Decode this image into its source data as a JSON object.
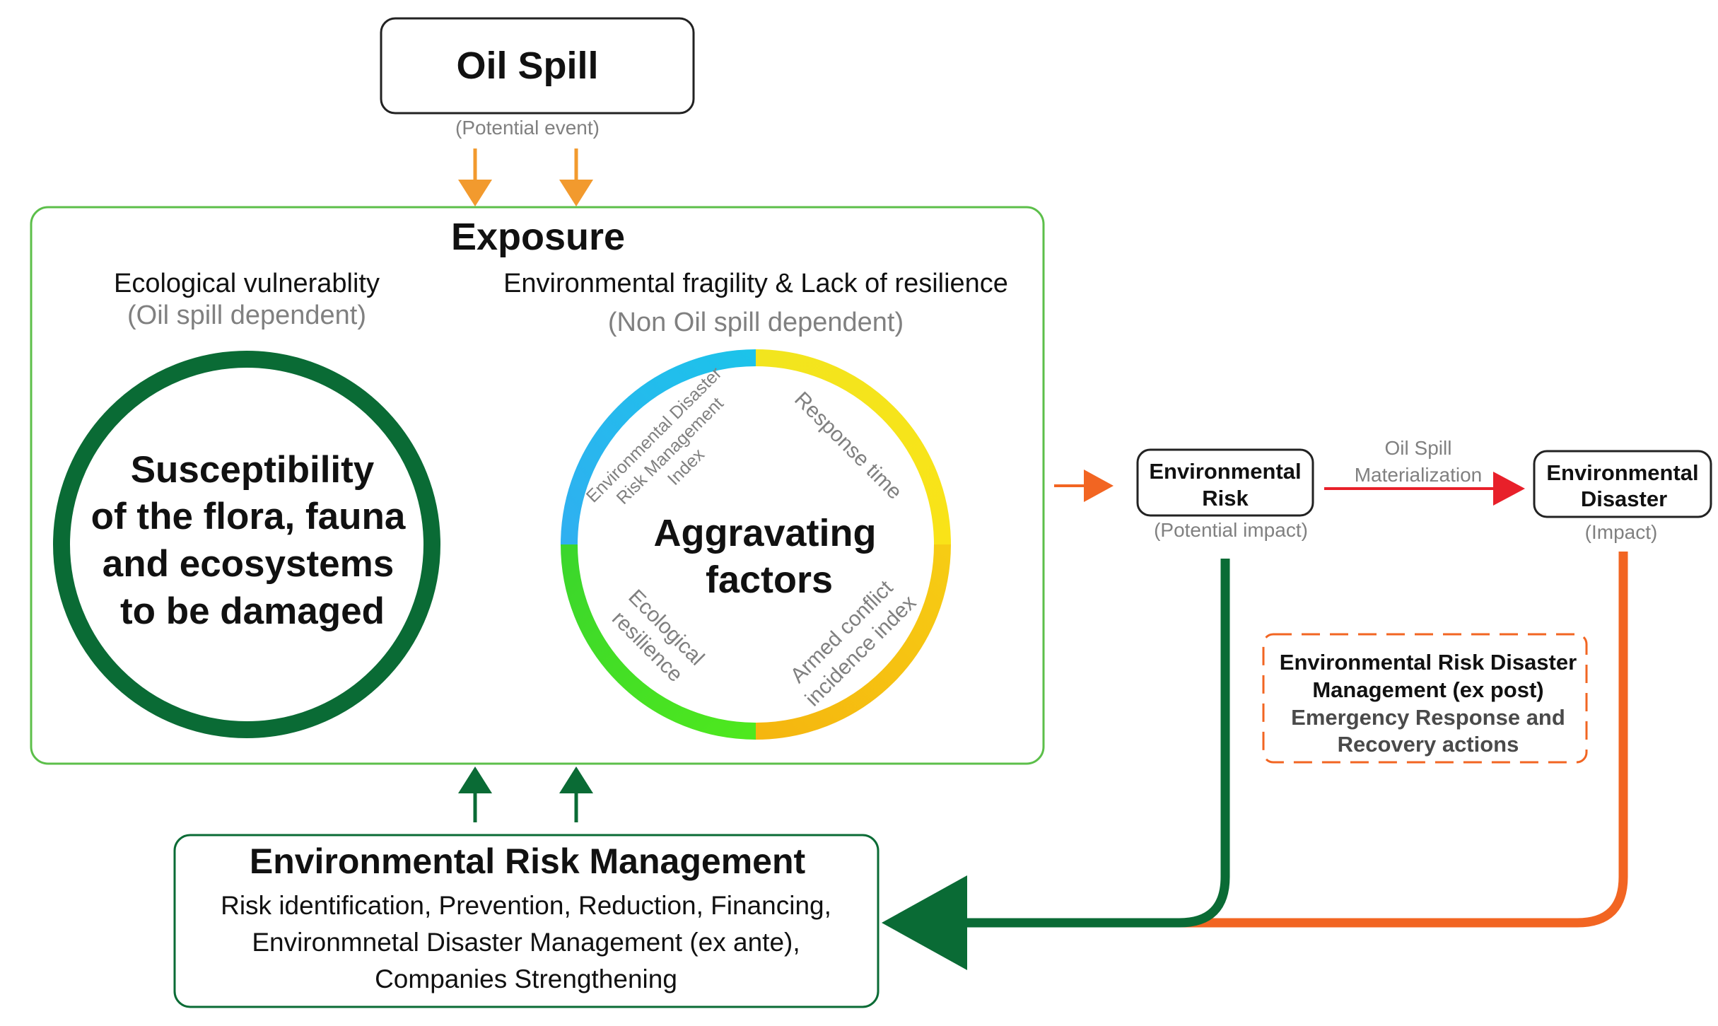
{
  "oil_spill": {
    "title": "Oil Spill",
    "subtitle": "(Potential event)"
  },
  "exposure": {
    "title": "Exposure",
    "left_heading": "Ecological vulnerablity",
    "left_sub": "(Oil spill dependent)",
    "right_heading": "Environmental fragility & Lack of resilience",
    "right_sub": "(Non Oil spill dependent)",
    "susceptibility_lines": [
      "Susceptibility",
      "of the flora, fauna",
      "and ecosystems",
      "to be damaged"
    ],
    "aggravating_lines": [
      "Aggravating",
      "factors"
    ],
    "factors": {
      "erdmi_lines": [
        "Environmental Disaster",
        "Risk Management",
        "Index"
      ],
      "response_time": "Response time",
      "resilience_lines": [
        "Ecological",
        "resilience"
      ],
      "armed_lines": [
        "Armed conflict",
        "incidence index"
      ]
    }
  },
  "env_risk": {
    "title_lines": [
      "Environmental",
      "Risk"
    ],
    "subtitle": "(Potential impact)"
  },
  "materialization": {
    "lines": [
      "Oil Spill",
      "Materialization"
    ]
  },
  "env_disaster": {
    "title_lines": [
      "Environmental",
      "Disaster"
    ],
    "subtitle": "(Impact)"
  },
  "erdm_box": {
    "lines": [
      "Environmental Risk Disaster",
      "Management (ex post)"
    ],
    "sub_lines": [
      "Emergency Response and",
      "Recovery actions"
    ]
  },
  "erm": {
    "title": "Environmental Risk Management",
    "lines": [
      "Risk identification, Prevention, Reduction, Financing,",
      "Environmnetal Disaster Management (ex ante),",
      "Companies Strengthening"
    ]
  },
  "colors": {
    "exposure_border": "#5cbf4a",
    "dark_green": "#0a6b35",
    "orange_arrow": "#f29a2e",
    "red_orange": "#f26522",
    "red": "#e8202a",
    "ring_blue": "#22b4ea",
    "ring_yellow": "#f7e51c",
    "ring_gold": "#f6c114",
    "ring_green": "#3edc28",
    "grey_text": "#808080"
  }
}
